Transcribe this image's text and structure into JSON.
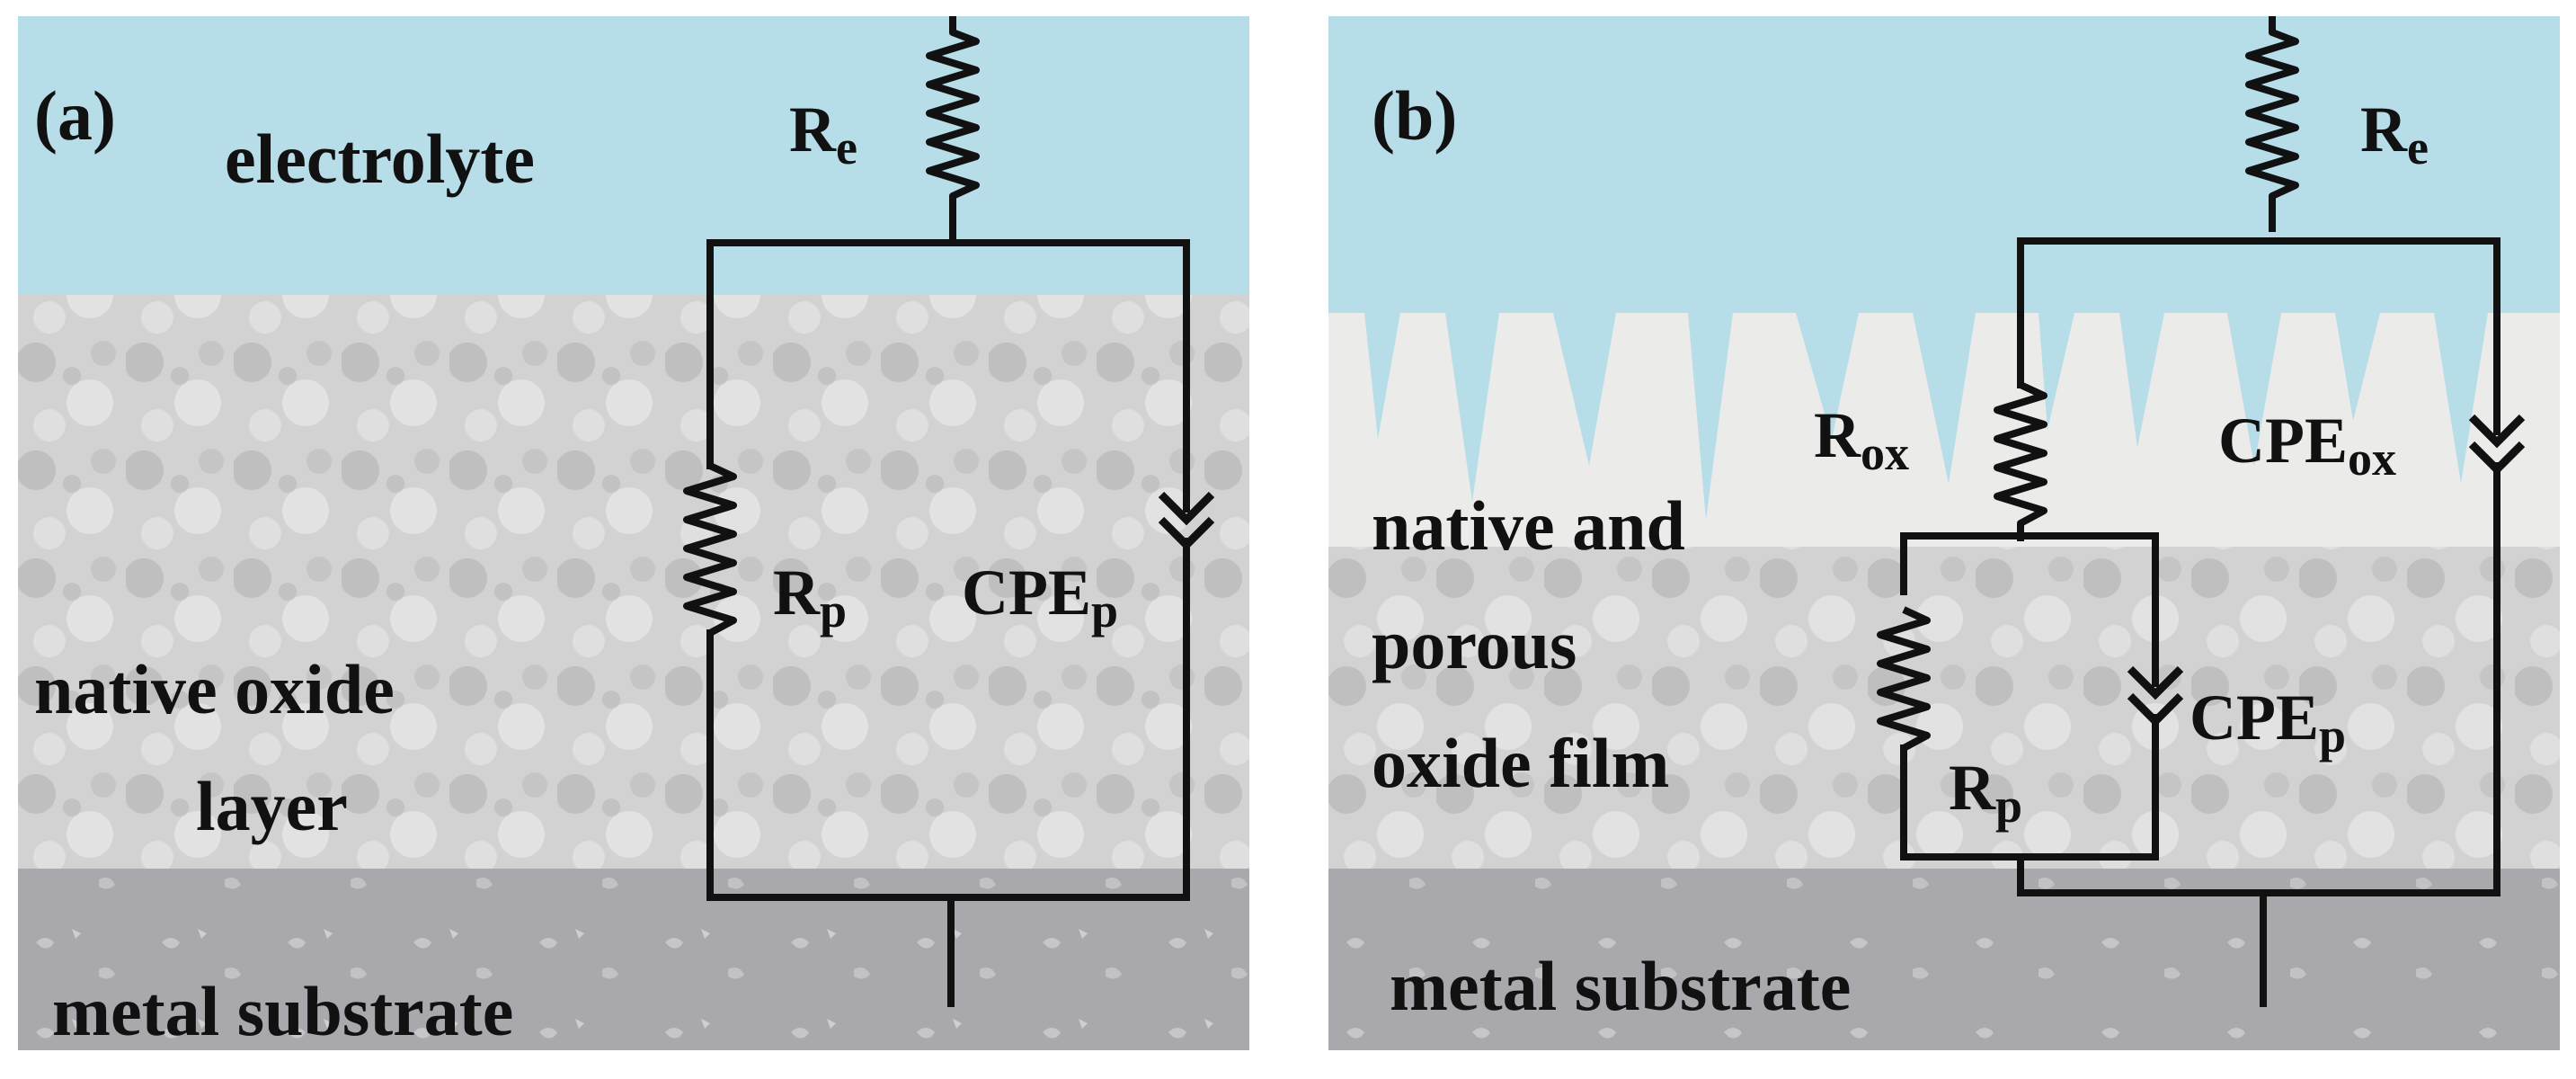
{
  "panel_a": {
    "label": "(a)",
    "electrolyte": "electrolyte",
    "oxide_line1": "native oxide",
    "oxide_line2": "layer",
    "metal": "metal substrate",
    "Re": {
      "main": "R",
      "sub": "e"
    },
    "Rp": {
      "main": "R",
      "sub": "p"
    },
    "CPEp": {
      "main": "CPE",
      "sub": "p"
    }
  },
  "panel_b": {
    "label": "(b)",
    "film_line1": "native and",
    "film_line2": "porous",
    "film_line3": "oxide film",
    "metal": "metal substrate",
    "Re": {
      "main": "R",
      "sub": "e"
    },
    "Rox": {
      "main": "R",
      "sub": "ox"
    },
    "CPEox": {
      "main": "CPE",
      "sub": "ox"
    },
    "CPEp": {
      "main": "CPE",
      "sub": "p"
    },
    "Rp": {
      "main": "R",
      "sub": "p"
    }
  },
  "colors": {
    "electrolyte": "#b7dde8",
    "oxide": "#d2d2d2",
    "compact_oxide": "#ebece9",
    "metal": "#a9a9ad",
    "wire": "#111111"
  }
}
